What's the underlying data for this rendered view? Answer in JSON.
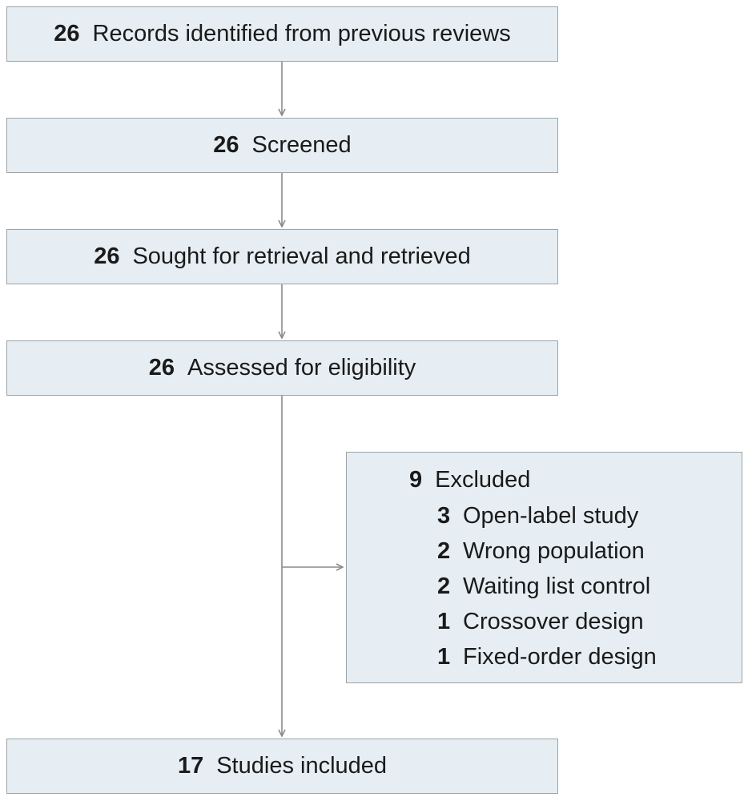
{
  "boxes": {
    "records": {
      "count": "26",
      "label": "Records identified from previous reviews"
    },
    "screened": {
      "count": "26",
      "label": "Screened"
    },
    "sought": {
      "count": "26",
      "label": "Sought for retrieval and retrieved"
    },
    "assessed": {
      "count": "26",
      "label": "Assessed for eligibility"
    },
    "included": {
      "count": "17",
      "label": "Studies included"
    }
  },
  "excluded": {
    "count": "9",
    "label": "Excluded",
    "reasons": [
      {
        "count": "3",
        "label": "Open-label study"
      },
      {
        "count": "2",
        "label": "Wrong population"
      },
      {
        "count": "2",
        "label": "Waiting list control"
      },
      {
        "count": "1",
        "label": "Crossover design"
      },
      {
        "count": "1",
        "label": "Fixed-order design"
      }
    ]
  },
  "colors": {
    "box_fill": "#e6eef3",
    "box_border": "#9aa3a9",
    "arrow": "#8a8a8a"
  }
}
